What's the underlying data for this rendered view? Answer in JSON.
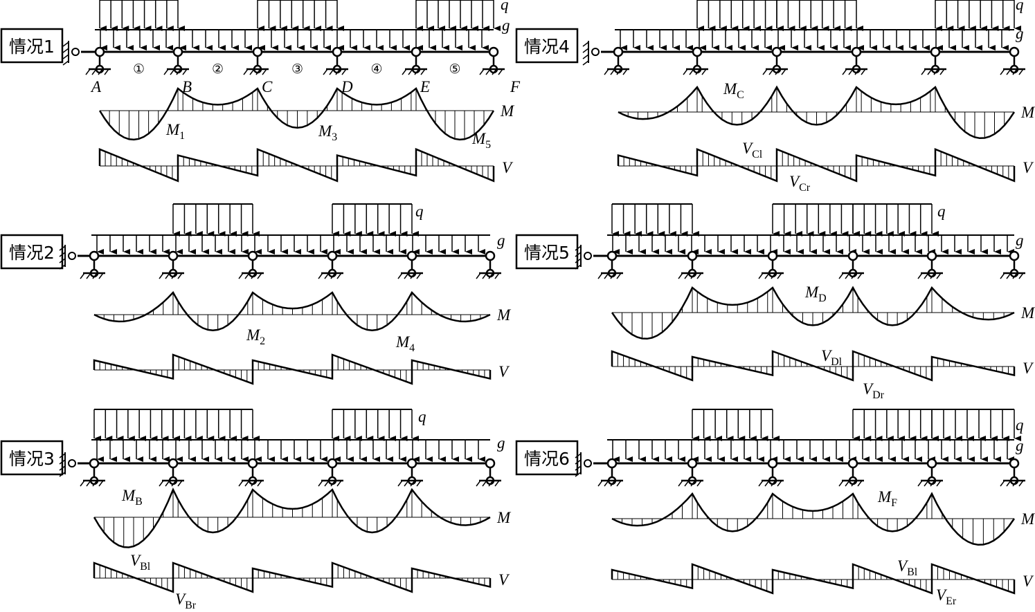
{
  "cases": [
    {
      "label": "情况1",
      "q_spans": [
        0,
        2,
        4
      ],
      "load_q": "q",
      "load_g": "g",
      "moment_labels": [
        {
          "main": "M",
          "sub": "1"
        },
        {
          "main": "M",
          "sub": "3"
        },
        {
          "main": "M",
          "sub": "5"
        }
      ],
      "shear_labels": []
    },
    {
      "label": "情况2",
      "q_spans": [
        1,
        3
      ],
      "load_q": "q",
      "load_g": "g",
      "moment_labels": [
        {
          "main": "M",
          "sub": "2"
        },
        {
          "main": "M",
          "sub": "4"
        }
      ],
      "shear_labels": []
    },
    {
      "label": "情况3",
      "q_spans": [
        0,
        1,
        3
      ],
      "load_q": "q",
      "load_g": "g",
      "moment_labels": [
        {
          "main": "M",
          "sub": "B"
        }
      ],
      "shear_labels": [
        {
          "main": "V",
          "sub": "Bl"
        },
        {
          "main": "V",
          "sub": "Br"
        }
      ]
    },
    {
      "label": "情况4",
      "q_spans": [
        1,
        2,
        4
      ],
      "load_q": "q",
      "load_g": "g",
      "moment_labels": [
        {
          "main": "M",
          "sub": "C"
        }
      ],
      "shear_labels": [
        {
          "main": "V",
          "sub": "Cl"
        },
        {
          "main": "V",
          "sub": "Cr"
        }
      ]
    },
    {
      "label": "情况5",
      "q_spans": [
        0,
        2,
        3
      ],
      "load_q": "q",
      "load_g": "g",
      "moment_labels": [
        {
          "main": "M",
          "sub": "D"
        }
      ],
      "shear_labels": [
        {
          "main": "V",
          "sub": "Dl"
        },
        {
          "main": "V",
          "sub": "Dr"
        }
      ]
    },
    {
      "label": "情况6",
      "q_spans": [
        1,
        3,
        4
      ],
      "load_q": "q",
      "load_g": "g",
      "moment_labels": [
        {
          "main": "M",
          "sub": "F"
        }
      ],
      "shear_labels": [
        {
          "main": "V",
          "sub": "Bl"
        },
        {
          "main": "V",
          "sub": "Er"
        }
      ]
    }
  ],
  "support_labels": [
    "A",
    "B",
    "C",
    "D",
    "E",
    "F"
  ],
  "span_numbers": [
    "①",
    "②",
    "③",
    "④",
    "⑤"
  ],
  "diagram_labels": {
    "moment": "M",
    "shear": "V"
  }
}
